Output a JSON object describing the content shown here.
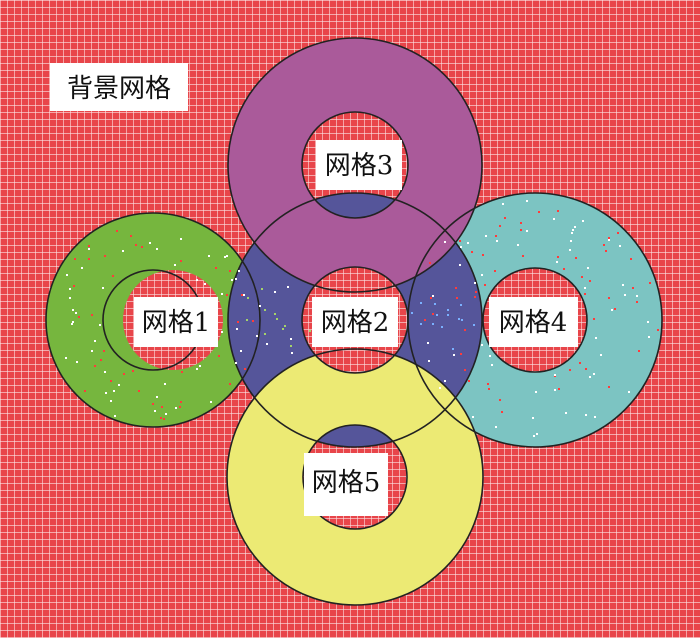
{
  "diagram": {
    "background_label": "背景网格",
    "grids": [
      {
        "id": "grid1",
        "label": "网格1",
        "color": "#76b63e"
      },
      {
        "id": "grid2",
        "label": "网格2",
        "color": "#55559a"
      },
      {
        "id": "grid3",
        "label": "网格3",
        "color": "#aa5a9a"
      },
      {
        "id": "grid4",
        "label": "网格4",
        "color": "#7cc4c2"
      },
      {
        "id": "grid5",
        "label": "网格5",
        "color": "#ecea74"
      }
    ],
    "colors": {
      "background": "#e8454a",
      "grid_line": "#ffffff",
      "outline": "#222222",
      "label_box": "#ffffff"
    }
  }
}
